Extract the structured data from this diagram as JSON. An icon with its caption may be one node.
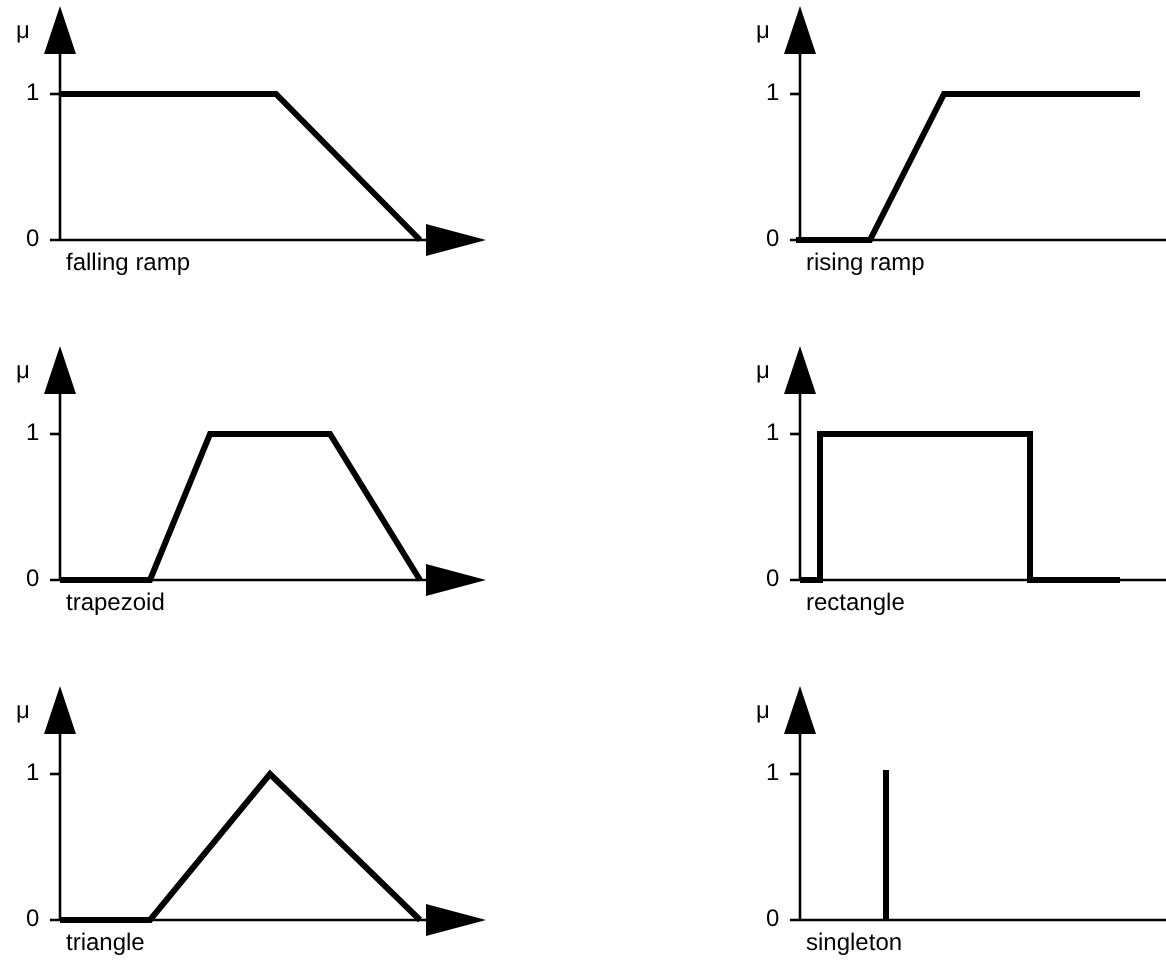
{
  "diagram": {
    "labels": [
      "μ",
      "1",
      "0",
      "falling ramp",
      "μ",
      "1",
      "0",
      "rising ramp",
      "μ",
      "1",
      "0",
      "trapezoid",
      "μ",
      "1",
      "0",
      "rectangle",
      "μ",
      "1",
      "0",
      "triangle",
      "μ",
      "1",
      "0",
      "singleton"
    ]
  }
}
